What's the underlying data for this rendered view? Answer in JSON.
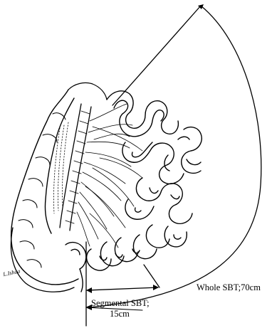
{
  "labels": {
    "whole_sbt": "Whole SBT;70cm",
    "segmental_sbt_line1": "Segmental SBT;",
    "segmental_sbt_line2": "15cm"
  },
  "signature": "L.Ishaa",
  "colors": {
    "ink": "#000000",
    "background": "#ffffff"
  }
}
